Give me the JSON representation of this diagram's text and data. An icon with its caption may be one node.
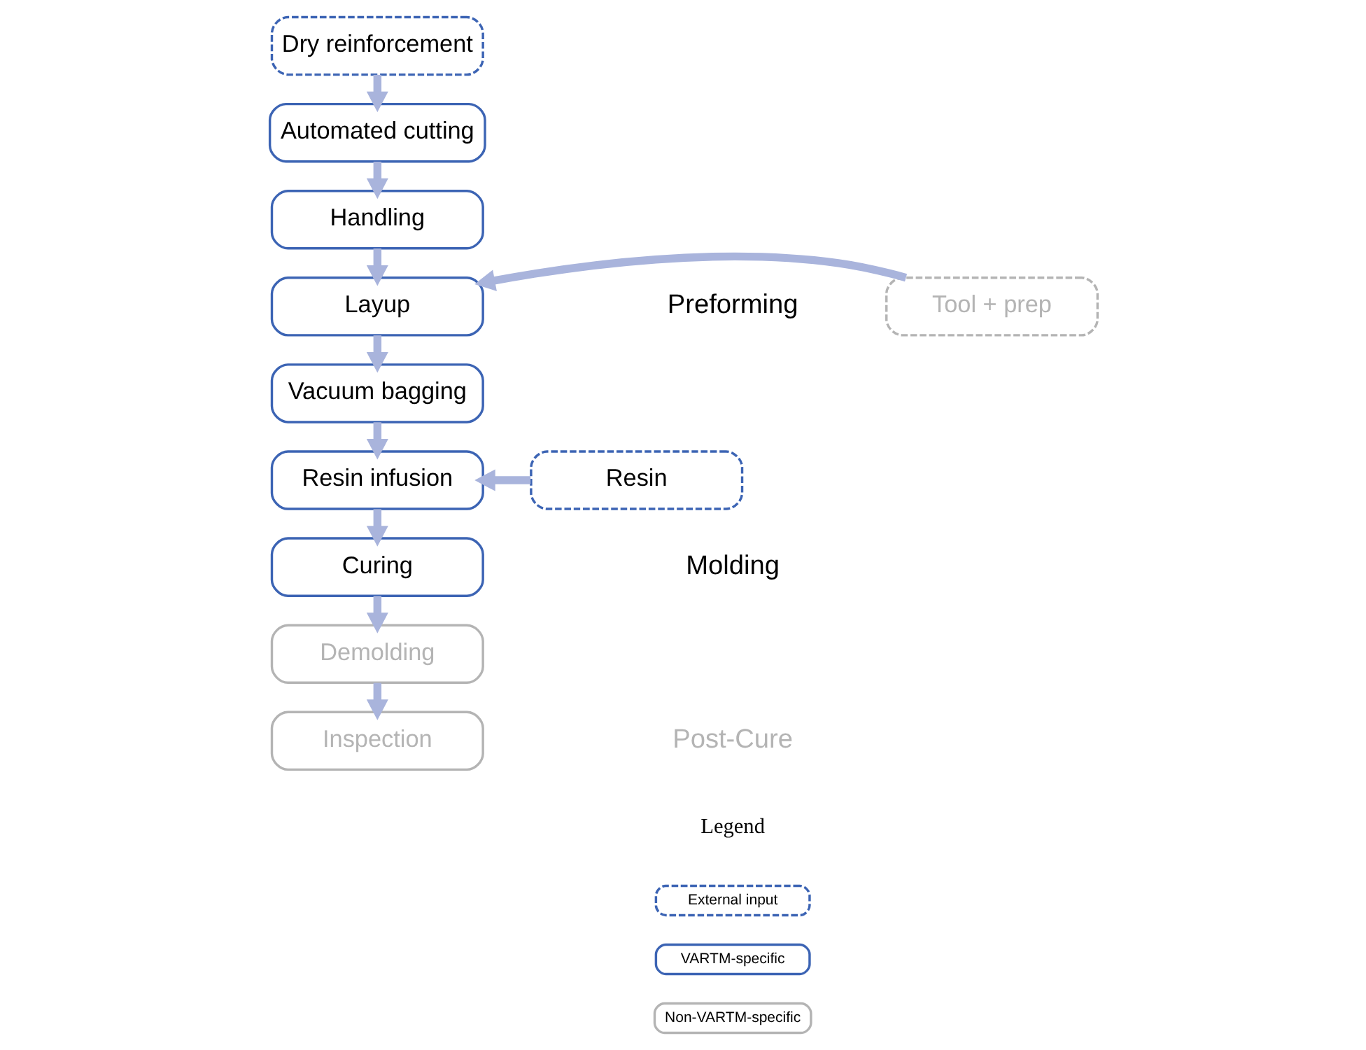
{
  "diagram": {
    "nodes": [
      {
        "text": [
          "Dry reinforcement"
        ]
      },
      {
        "text": [
          "Automated cutting"
        ]
      },
      {
        "text": [
          "Handling"
        ]
      },
      {
        "text": [
          "Tool + prep"
        ]
      },
      {
        "text": [
          "Layup"
        ]
      },
      {
        "text": [
          "Vacuum bagging"
        ]
      },
      {
        "text": [
          "Resin"
        ]
      },
      {
        "text": [
          "Resin infusion"
        ]
      },
      {
        "text": [
          "Curing"
        ]
      },
      {
        "text": [
          "Demolding"
        ]
      },
      {
        "text": [
          "Inspection"
        ]
      }
    ],
    "edges": [
      {
        "from": 0,
        "to": 1,
        "arrow": "to"
      },
      {
        "from": 1,
        "to": 2,
        "arrow": "to"
      },
      {
        "from": 2,
        "to": 4,
        "arrow": "to"
      },
      {
        "from": 3,
        "to": 4,
        "arrow": "to"
      },
      {
        "from": 4,
        "to": 5,
        "arrow": "to"
      },
      {
        "from": 5,
        "to": 7,
        "arrow": "to"
      },
      {
        "from": 6,
        "to": 7,
        "arrow": "to"
      },
      {
        "from": 7,
        "to": 8,
        "arrow": "to"
      },
      {
        "from": 8,
        "to": 9,
        "arrow": "to"
      },
      {
        "from": 9,
        "to": 10,
        "arrow": "to"
      }
    ],
    "labels": [
      "Preforming",
      "Molding",
      "Post-Cure",
      "Legend"
    ],
    "legend": [
      {
        "text": "External input"
      },
      {
        "text": "VARTM-specific"
      },
      {
        "text": "Non-VARTM-specific"
      }
    ]
  }
}
